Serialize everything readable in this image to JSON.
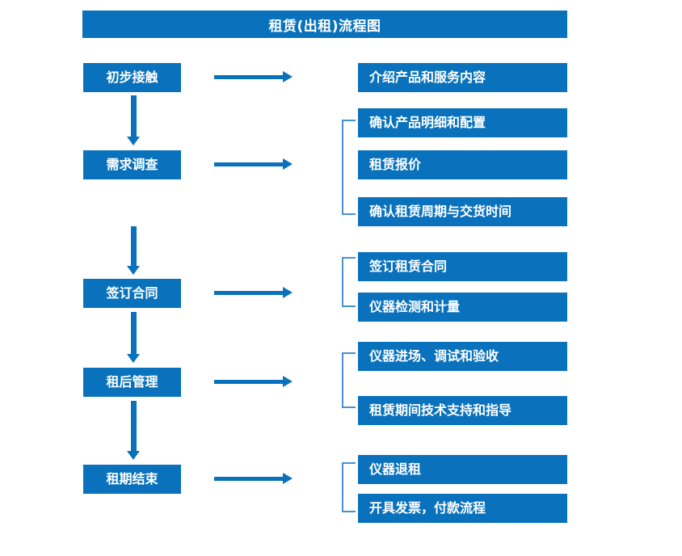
{
  "diagram": {
    "title": "租赁(出租)流程图",
    "accent_color": "#0a72bc",
    "bracket_color": "#4a90cf",
    "background_color": "#ffffff",
    "stages": [
      {
        "id": "stage-1",
        "label": "初步接触"
      },
      {
        "id": "stage-2",
        "label": "需求调查"
      },
      {
        "id": "stage-3",
        "label": "签订合同"
      },
      {
        "id": "stage-4",
        "label": "租后管理"
      },
      {
        "id": "stage-5",
        "label": "租期结束"
      }
    ],
    "detail_groups": [
      {
        "id": "group-1",
        "stage": "初步接触",
        "has_bracket": false,
        "items": [
          {
            "label": "介绍产品和服务内容"
          }
        ]
      },
      {
        "id": "group-2",
        "stage": "需求调查",
        "has_bracket": true,
        "items": [
          {
            "label": "确认产品明细和配置"
          },
          {
            "label": "租赁报价"
          },
          {
            "label": "确认租赁周期与交货时间"
          }
        ]
      },
      {
        "id": "group-3",
        "stage": "签订合同",
        "has_bracket": true,
        "items": [
          {
            "label": "签订租赁合同"
          },
          {
            "label": "仪器检测和计量"
          }
        ]
      },
      {
        "id": "group-4",
        "stage": "租后管理",
        "has_bracket": true,
        "items": [
          {
            "label": "仪器进场、调试和验收"
          },
          {
            "label": "租赁期间技术支持和指导"
          }
        ]
      },
      {
        "id": "group-5",
        "stage": "租期结束",
        "has_bracket": true,
        "items": [
          {
            "label": "仪器退租"
          },
          {
            "label": "开具发票，付款流程"
          }
        ]
      }
    ],
    "connectors": {
      "down_arrow_name": "down-arrow-icon",
      "right_arrow_name": "right-arrow-icon",
      "count_down": 4,
      "count_right": 5
    }
  }
}
